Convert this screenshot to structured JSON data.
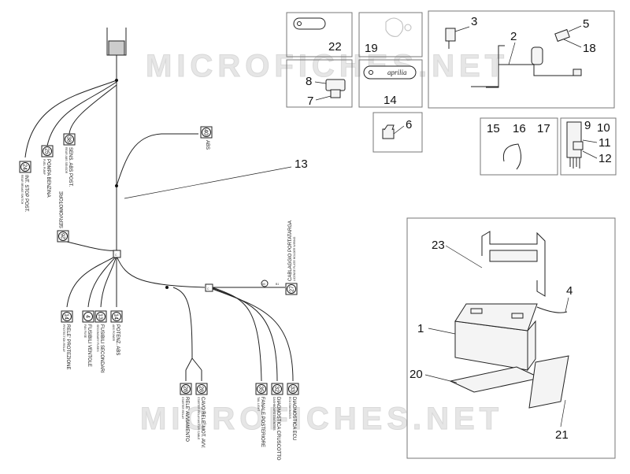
{
  "watermark": "MICROFICHES.NET",
  "brand_logo_text": "aprilia",
  "callouts": {
    "n1": "1",
    "n2": "2",
    "n3": "3",
    "n4": "4",
    "n5": "5",
    "n6": "6",
    "n7": "7",
    "n8": "8",
    "n9": "9",
    "n10": "10",
    "n11": "11",
    "n12": "12",
    "n13": "13",
    "n14": "14",
    "n15": "15",
    "n16": "16",
    "n17": "17",
    "n18": "18",
    "n19": "19",
    "n20": "20",
    "n21": "21",
    "n22": "22",
    "n23": "23"
  },
  "connectors": [
    {
      "num": "24",
      "label": "INT. STOP POST.",
      "sub": "REAR BRAKE SWITCH"
    },
    {
      "num": "25",
      "label": "POMPA BENZINA",
      "sub": "FUEL PUMP"
    },
    {
      "num": "38",
      "label": "SENS. ABS POST.",
      "sub": "REAR ABS SENSOR"
    },
    {
      "num": "40",
      "label": "ABS",
      "sub": ""
    },
    {
      "num": "26",
      "label": "SERVOMOTORE",
      "sub": ""
    },
    {
      "num": "14",
      "label": "RELE' PROTEZIONE",
      "sub": "PROTECTION RELAY"
    },
    {
      "num": "4",
      "label": "FUSIBILI VENTOLE",
      "sub": "FAN FUSE"
    },
    {
      "num": "13",
      "label": "FUSIBILI SECONDARI",
      "sub": "SECONDARY FUSES"
    },
    {
      "num": "14",
      "label": "POTENZ. ABS",
      "sub": "ABS POWER"
    },
    {
      "num": "28",
      "label": "RELE' AVVIAMENTO",
      "sub": "STARTER RELAY"
    },
    {
      "num": "28",
      "label": "CAVO RELE'-MOT. AVV.",
      "sub": "STARTER RELAY-MOTOR CABLE"
    },
    {
      "num": "35",
      "label": "FANALE POSTERIORE",
      "sub": "TAIL LIGHT"
    },
    {
      "num": "32",
      "label": "DIAGNOSTICA CRUSCOTTO",
      "sub": "DASHBOARD DIAGNOSIS"
    },
    {
      "num": "33",
      "label": "DIAGNOSTICA ECU",
      "sub": "ECU DIAGNOSIS"
    },
    {
      "num": "27",
      "label": "CABLAGGIO PORTATARGA",
      "sub": "LICENSE PLATE HOLDER WIRING"
    }
  ],
  "small_marks": {
    "c1": "C",
    "c2": "C",
    "r1": "80",
    "r2": "B1"
  }
}
